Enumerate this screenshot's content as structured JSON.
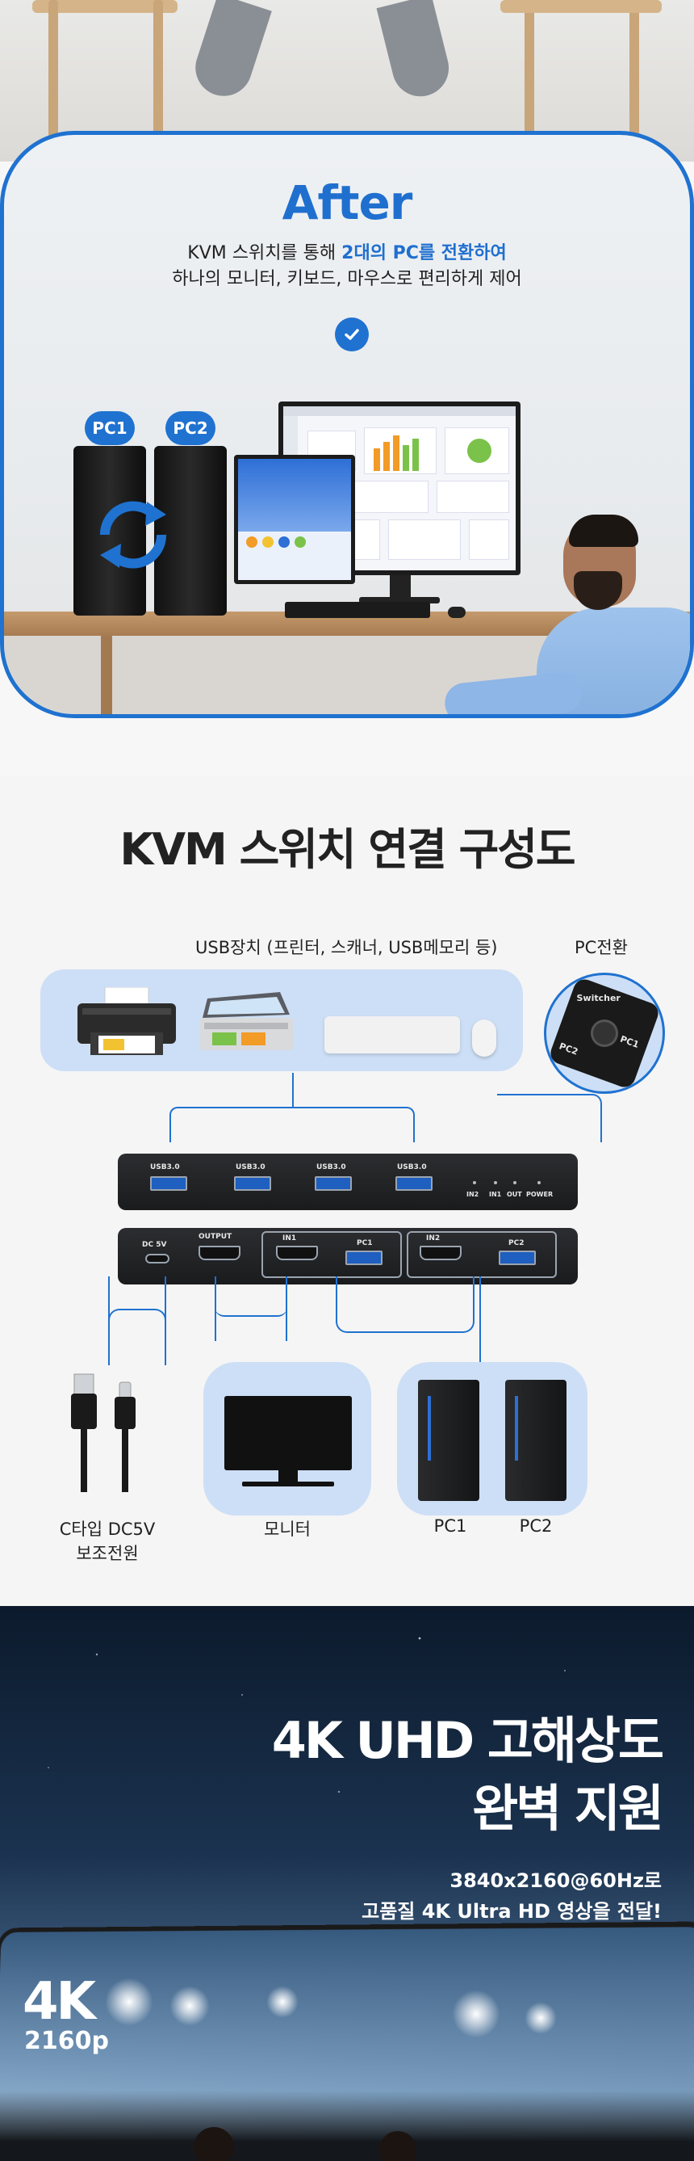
{
  "after": {
    "title": "After",
    "line1_pre": "KVM 스위치를 통해 ",
    "line1_highlight": "2대의 PC를 전환하여",
    "line2": "하나의 모니터, 키보드, 마우스로 편리하게 제어",
    "pc1": "PC1",
    "pc2": "PC2",
    "icons": [
      "check-icon",
      "sync-arrows-icon"
    ],
    "accent_color": "#1f72d0"
  },
  "kvm": {
    "title": "KVM 스위치 연결 구성도",
    "usb_devices_label": "USB장치 (프린터, 스캐너, USB메모리 등)",
    "pc_switch_label": "PC전환",
    "switch_device": {
      "brand": "Switcher",
      "pc1": "PC1",
      "pc2": "PC2"
    },
    "top_panel": {
      "usb_ports": [
        "USB3.0",
        "USB3.0",
        "USB3.0",
        "USB3.0"
      ],
      "leds": [
        "IN2",
        "IN1",
        "OUT",
        "POWER"
      ]
    },
    "bottom_panel": {
      "dc": "DC 5V",
      "output": "OUTPUT",
      "in1": "IN1",
      "pc1": "PC1",
      "in2": "IN2",
      "pc2": "PC2"
    },
    "bottom_labels": {
      "cable_line1": "C타입 DC5V",
      "cable_line2": "보조전원",
      "monitor": "모니터",
      "pc1": "PC1",
      "pc2": "PC2"
    }
  },
  "uhd": {
    "title_line1": "4K UHD 고해상도",
    "title_line2": "완벽 지원",
    "sub_line1": "3840x2160@60Hz로",
    "sub_line2": "고품질 4K Ultra HD 영상을 전달!",
    "badge_4k": "4K",
    "badge_res": "2160p"
  }
}
